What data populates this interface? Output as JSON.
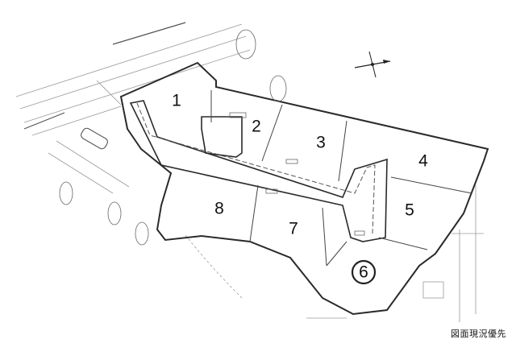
{
  "lots": [
    {
      "id": 1,
      "label": "1",
      "highlighted": false
    },
    {
      "id": 2,
      "label": "2",
      "highlighted": false
    },
    {
      "id": 3,
      "label": "3",
      "highlighted": false
    },
    {
      "id": 4,
      "label": "4",
      "highlighted": false
    },
    {
      "id": 5,
      "label": "5",
      "highlighted": false
    },
    {
      "id": 6,
      "label": "6",
      "highlighted": true
    },
    {
      "id": 7,
      "label": "7",
      "highlighted": false
    },
    {
      "id": 8,
      "label": "8",
      "highlighted": false
    }
  ],
  "caption": "図面現況優先",
  "compass_icon": "compass-rose-icon",
  "colors": {
    "line": "#2a2a2a",
    "faint": "#8a8a8a",
    "highlight_ring": "#222222"
  }
}
